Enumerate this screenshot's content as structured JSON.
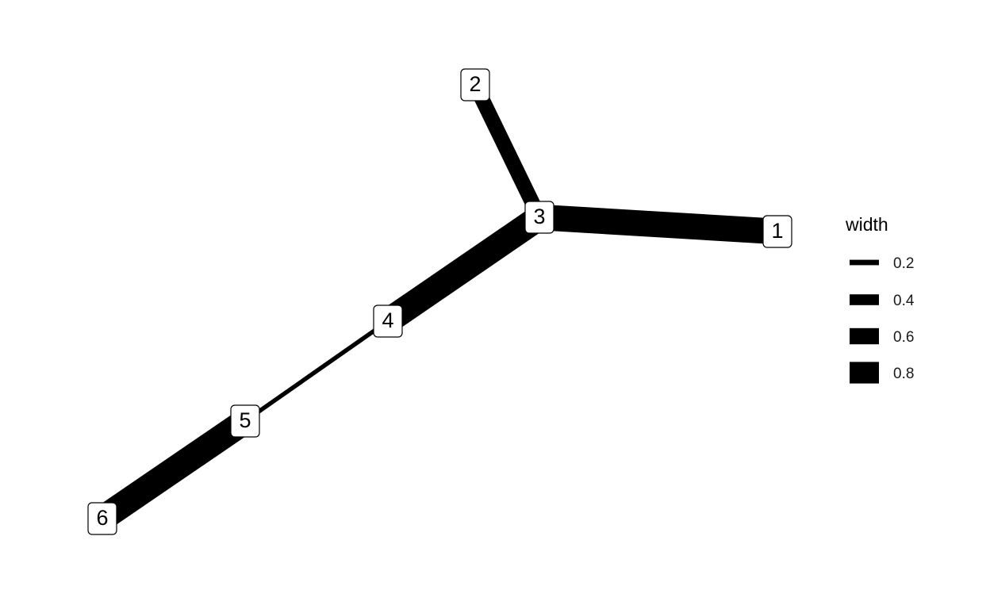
{
  "diagram": {
    "type": "network",
    "edge_color": "#000000",
    "node_fill": "#ffffff",
    "node_border": "#000000",
    "nodes": [
      {
        "id": "1",
        "label": "1"
      },
      {
        "id": "2",
        "label": "2"
      },
      {
        "id": "3",
        "label": "3"
      },
      {
        "id": "4",
        "label": "4"
      },
      {
        "id": "5",
        "label": "5"
      },
      {
        "id": "6",
        "label": "6"
      }
    ],
    "edges": [
      {
        "from": "3",
        "to": "1",
        "width": 0.9
      },
      {
        "from": "2",
        "to": "3",
        "width": 0.5
      },
      {
        "from": "3",
        "to": "4",
        "width": 0.9
      },
      {
        "from": "4",
        "to": "5",
        "width": 0.1
      },
      {
        "from": "5",
        "to": "6",
        "width": 0.9
      }
    ]
  },
  "legend": {
    "title": "width",
    "items": [
      {
        "label": "0.2",
        "value": 0.2
      },
      {
        "label": "0.4",
        "value": 0.4
      },
      {
        "label": "0.6",
        "value": 0.6
      },
      {
        "label": "0.8",
        "value": 0.8
      }
    ]
  }
}
